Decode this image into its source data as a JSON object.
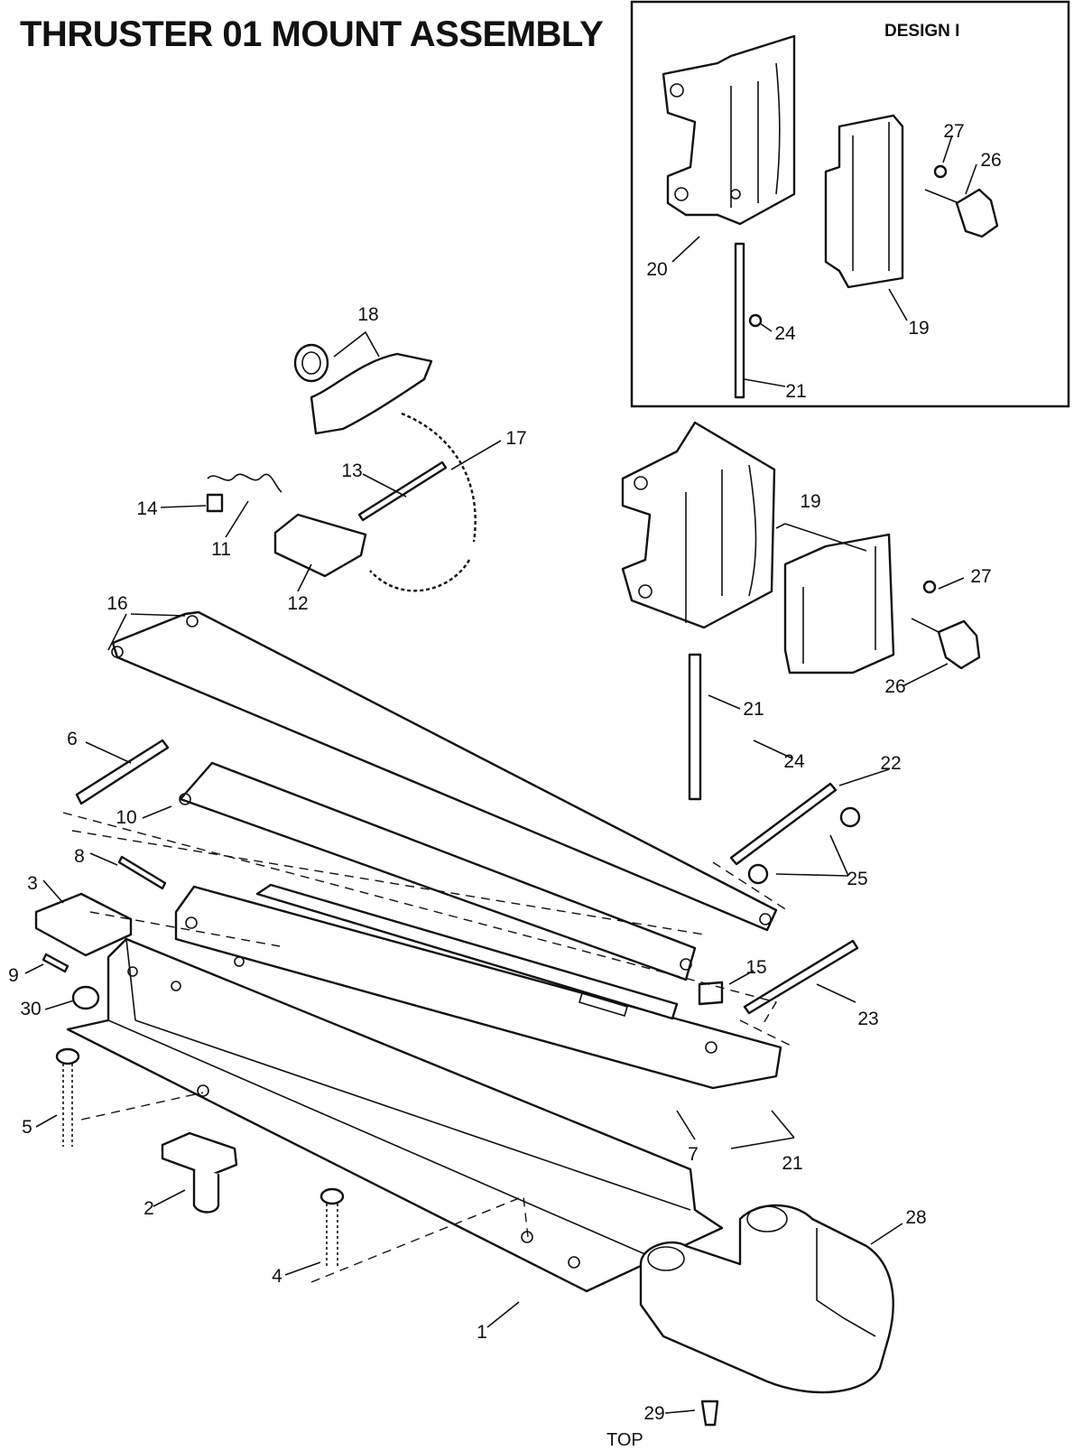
{
  "title": "THRUSTER 01 MOUNT ASSEMBLY",
  "inset": {
    "label": "DESIGN I",
    "callouts": [
      "27",
      "26",
      "20",
      "24",
      "19",
      "21"
    ]
  },
  "callouts": [
    "18",
    "17",
    "13",
    "14",
    "11",
    "12",
    "16",
    "19",
    "27",
    "26",
    "21",
    "24",
    "22",
    "6",
    "10",
    "25",
    "8",
    "3",
    "15",
    "9",
    "30",
    "23",
    "5",
    "7",
    "21",
    "2",
    "28",
    "4",
    "1",
    "29"
  ],
  "footer": "TOP",
  "icons": [
    "exploded-parts-illustration"
  ]
}
